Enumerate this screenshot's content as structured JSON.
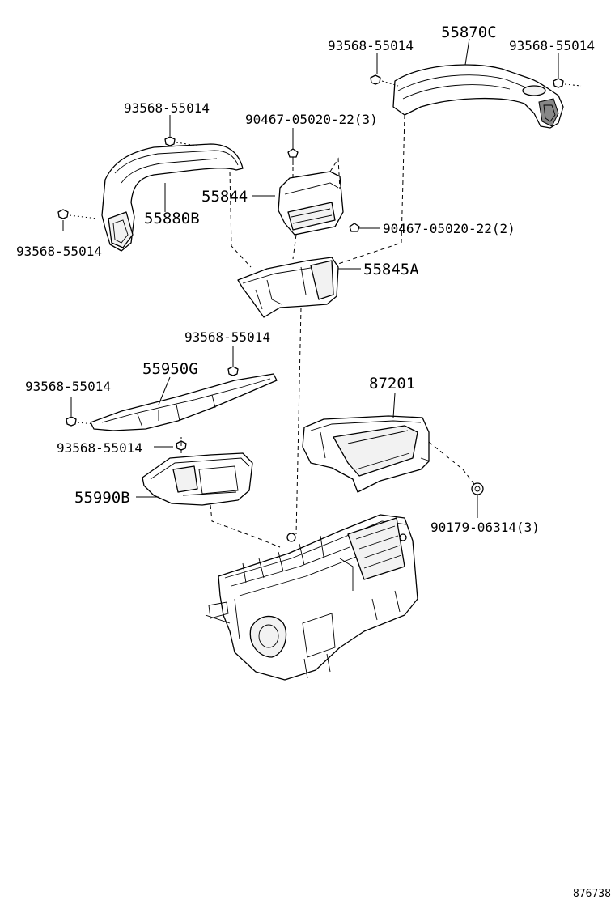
{
  "labels": {
    "p55870C": "55870C",
    "p93568_tl": "93568-55014",
    "p93568_tr": "93568-55014",
    "p93568_left_top": "93568-55014",
    "p90467_3": "90467-05020-22(3)",
    "p55844": "55844",
    "p55880B": "55880B",
    "p93568_left_bottom": "93568-55014",
    "p90467_2": "90467-05020-22(2)",
    "p55845A": "55845A",
    "p93568_mid": "93568-55014",
    "p55950G": "55950G",
    "p93568_mid_left": "93568-55014",
    "p87201": "87201",
    "p93568_lower": "93568-55014",
    "p55990B": "55990B",
    "p90179": "90179-06314(3)",
    "ref_number": "876738"
  }
}
